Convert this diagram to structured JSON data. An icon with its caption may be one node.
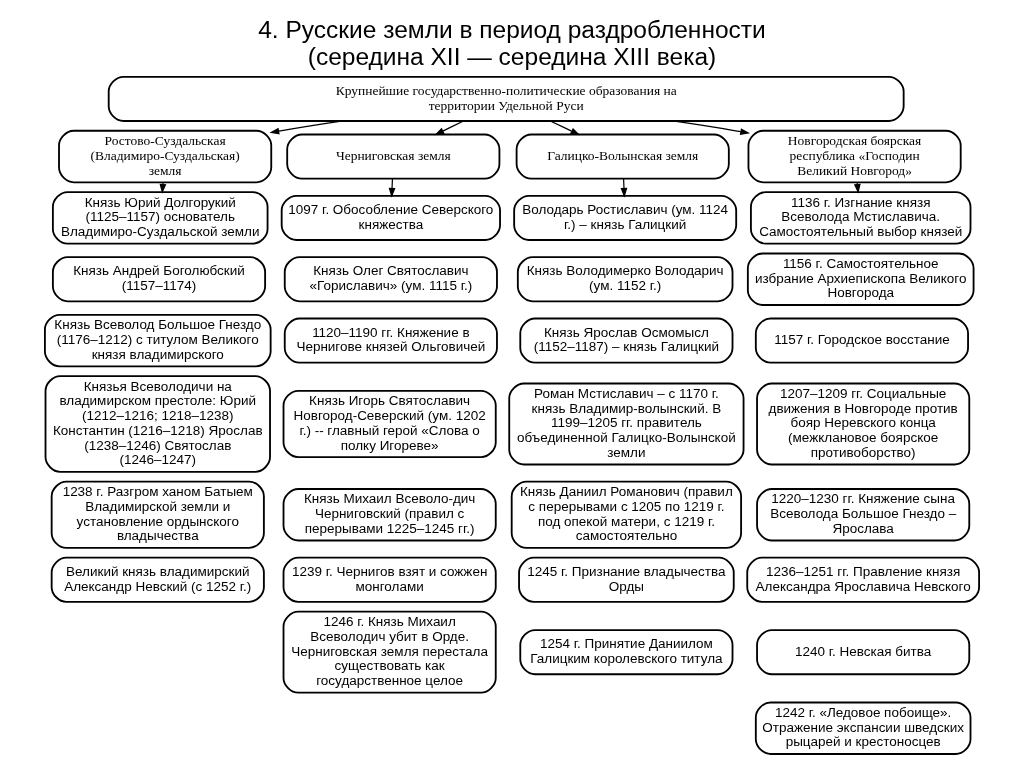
{
  "diagram": {
    "title": "4. Русские земли в период раздробленности (середина XII — середина XIII века)",
    "nodes": [
      {
        "text": [
          "Крупнейшие государственно-политические образования на территории Удельной Руси"
        ]
      },
      {
        "text": [
          "Ростово-Суздальская (Владимиро-Суздальская) земля"
        ]
      },
      {
        "text": [
          "Черниговская земля"
        ]
      },
      {
        "text": [
          "Галицко-Волынская земля"
        ]
      },
      {
        "text": [
          "Новгородская боярская республика «Господин Великий Новгород»"
        ]
      },
      {
        "text": [
          "Князь Юрий Долгорукий (1125–1157) основатель Владимиро-Суздальской земли"
        ]
      },
      {
        "text": [
          "Князь Андрей Боголюбский (1157–1174)"
        ]
      },
      {
        "text": [
          "Князь Всеволод Большое Гнездо (1176–1212) с титулом Великого князя владимирского"
        ]
      },
      {
        "text": [
          "Князья Всеволодичи на владимирском престоле: Юрий (1212–1216; 1218–1238) Константин (1216–1218) Ярослав (1238–1246) Святослав (1246–1247)"
        ]
      },
      {
        "text": [
          "1238 г. Разгром ханом Батыем Владимирской земли и установление ордынского владычества"
        ]
      },
      {
        "text": [
          "Великий князь владимирский Александр Невский (с 1252 г.)"
        ]
      },
      {
        "text": [
          "1097 г. Обособление Северского княжества"
        ]
      },
      {
        "text": [
          "Князь Олег Святославич «Гориславич» (ум. 1115 г.)"
        ]
      },
      {
        "text": [
          "1120–1190 гг. Княжение в Чернигове князей Ольговичей"
        ]
      },
      {
        "text": [
          "Князь Игорь Святославич Новгород-Северский (ум. 1202 г.) -- главный герой «Слова о полку Игореве»"
        ]
      },
      {
        "text": [
          "Князь Михаил Всеволо-дич Черниговский (правил с перерывами 1225–1245 гг.)"
        ]
      },
      {
        "text": [
          "1239 г. Чернигов взят и сожжен монголами"
        ]
      },
      {
        "text": [
          "1246 г. Князь Михаил Всеволодич убит в Орде. Черниговская земля перестала существовать как государственное целое"
        ]
      },
      {
        "text": [
          "Володарь Ростиславич (ум. 1124 г.) – князь Галицкий"
        ]
      },
      {
        "text": [
          "Князь Володимерко Володарич (ум. 1152 г.)"
        ]
      },
      {
        "text": [
          "Князь Ярослав Осмомысл (1152–1187) – князь Галицкий"
        ]
      },
      {
        "text": [
          "Роман Мстиславич – с 1170 г. князь Владимир-волынский. В 1199–1205 гг. правитель объединенной Галицко-Волынской земли"
        ]
      },
      {
        "text": [
          "Князь Даниил Романович (правил с перерывами с 1205 по 1219 г. под опекой матери, с 1219 г. самостоятельно"
        ]
      },
      {
        "text": [
          "1245 г. Признание владычества Орды"
        ]
      },
      {
        "text": [
          "1254 г. Принятие Даниилом Галицким королевского титула"
        ]
      },
      {
        "text": [
          "1136 г. Изгнание князя Всеволода Мстиславича. Самостоятельный выбор князей"
        ]
      },
      {
        "text": [
          "1156 г. Самостоятельное избрание Архиепископа Великого Новгорода"
        ]
      },
      {
        "text": [
          "1157 г. Городское восстание"
        ]
      },
      {
        "text": [
          "1207–1209 гг. Социальные движения в Новгороде против бояр Неревского конца (межклановое боярское противоборство)"
        ]
      },
      {
        "text": [
          "1220–1230 гг. Княжение сына Всеволода Большое Гнездо – Ярослава"
        ]
      },
      {
        "text": [
          "1236–1251 гг. Правление князя Александра Ярославича Невского"
        ]
      },
      {
        "text": [
          "1240 г. Невская битва"
        ]
      },
      {
        "text": [
          "1242 г. «Ледовое побоище». Отражение экспансии шведских рыцарей и крестоносцев"
        ]
      }
    ],
    "edges": [
      {
        "from": 0,
        "to": 1,
        "arrow": "to"
      },
      {
        "from": 0,
        "to": 2,
        "arrow": "to"
      },
      {
        "from": 0,
        "to": 3,
        "arrow": "to"
      },
      {
        "from": 0,
        "to": 4,
        "arrow": "to"
      },
      {
        "from": 1,
        "to": 5,
        "arrow": "to"
      },
      {
        "from": 2,
        "to": 11,
        "arrow": "to"
      },
      {
        "from": 3,
        "to": 18,
        "arrow": "to"
      },
      {
        "from": 4,
        "to": 25,
        "arrow": "to"
      }
    ]
  }
}
